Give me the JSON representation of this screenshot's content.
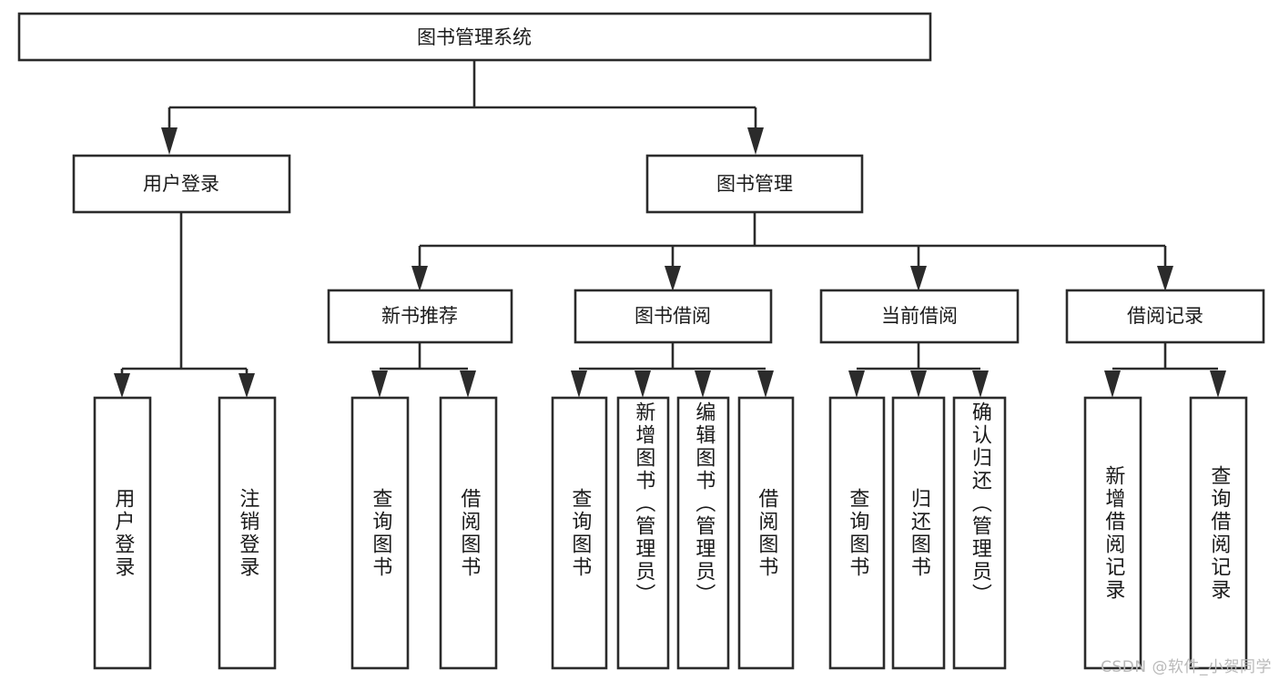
{
  "diagram": {
    "type": "tree",
    "title": "图书管理系统",
    "orientation": "top-down",
    "watermark": "CSDN @软件_小贺同学",
    "colors": {
      "stroke": "#2b2b2b",
      "box_fill": "#ffffff",
      "text": "#1a1a1a",
      "background": "#ffffff",
      "watermark": "#b9b9b9"
    },
    "root": {
      "id": "root",
      "label": "图书管理系统"
    },
    "level2": [
      {
        "id": "user-login",
        "label": "用户登录"
      },
      {
        "id": "book-manage",
        "label": "图书管理"
      }
    ],
    "level3": [
      {
        "id": "new-book-rec",
        "label": "新书推荐",
        "parent": "book-manage"
      },
      {
        "id": "book-borrow",
        "label": "图书借阅",
        "parent": "book-manage"
      },
      {
        "id": "current-borrow",
        "label": "当前借阅",
        "parent": "book-manage"
      },
      {
        "id": "borrow-record",
        "label": "借阅记录",
        "parent": "book-manage"
      }
    ],
    "leaves": [
      {
        "id": "leaf-user-login",
        "label": "用户登录",
        "parent": "user-login"
      },
      {
        "id": "leaf-user-logout",
        "label": "注销登录",
        "parent": "user-login"
      },
      {
        "id": "leaf-query-book-1",
        "label": "查询图书",
        "parent": "new-book-rec"
      },
      {
        "id": "leaf-borrow-book-1",
        "label": "借阅图书",
        "parent": "new-book-rec"
      },
      {
        "id": "leaf-query-book-2",
        "label": "查询图书",
        "parent": "book-borrow"
      },
      {
        "id": "leaf-add-book",
        "label": "新增图书（管理员）",
        "parent": "book-borrow"
      },
      {
        "id": "leaf-edit-book",
        "label": "编辑图书（管理员）",
        "parent": "book-borrow"
      },
      {
        "id": "leaf-borrow-book-2",
        "label": "借阅图书",
        "parent": "book-borrow"
      },
      {
        "id": "leaf-query-book-3",
        "label": "查询图书",
        "parent": "current-borrow"
      },
      {
        "id": "leaf-return-book",
        "label": "归还图书",
        "parent": "current-borrow"
      },
      {
        "id": "leaf-confirm-return",
        "label": "确认归还（管理员）",
        "parent": "current-borrow"
      },
      {
        "id": "leaf-add-record",
        "label": "新增借阅记录",
        "parent": "borrow-record"
      },
      {
        "id": "leaf-query-record",
        "label": "查询借阅记录",
        "parent": "borrow-record"
      }
    ]
  }
}
